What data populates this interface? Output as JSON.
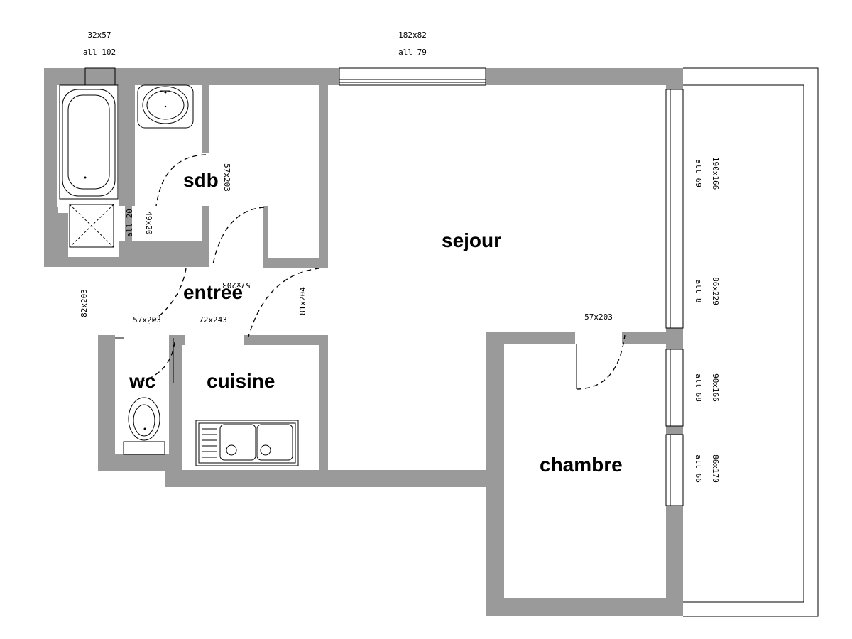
{
  "rooms": {
    "sdb": "sdb",
    "sejour": "sejour",
    "entree": "entree",
    "cuisine": "cuisine",
    "wc": "wc",
    "chambre": "chambre"
  },
  "openings": {
    "bath_window": {
      "size": "32x57",
      "sill": "all 102"
    },
    "living_window": {
      "size": "182x82",
      "sill": "all 79"
    },
    "sdb_door": {
      "size": "57x203"
    },
    "shower": {
      "size": "49x20",
      "sill": "all 20"
    },
    "entree_door": {
      "size": "57x203"
    },
    "front_door": {
      "size": "82x203"
    },
    "wc_door": {
      "size": "57x203"
    },
    "cuisine_opening": {
      "size": "72x243"
    },
    "cuisine_door": {
      "size": "81x204"
    },
    "chambre_door": {
      "size": "57x203"
    },
    "bay_1": {
      "size": "190x166",
      "sill": "all 69"
    },
    "bay_2": {
      "size": "86x229",
      "sill": "all 8"
    },
    "bay_3": {
      "size": "90x166",
      "sill": "all 68"
    },
    "bay_4": {
      "size": "86x170",
      "sill": "all 66"
    }
  }
}
